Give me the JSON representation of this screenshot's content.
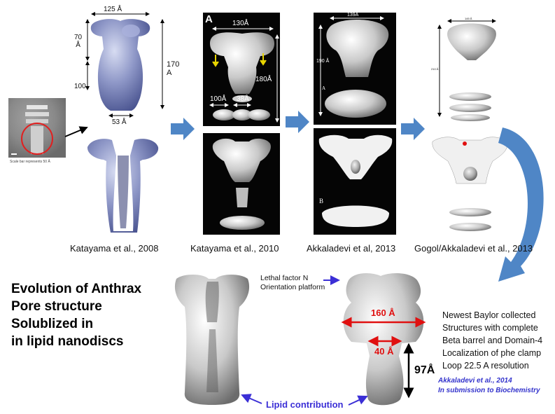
{
  "captions": [
    "Katayama et al., 2008",
    "Katayama et al., 2010",
    "Akkaladevi et al, 2013",
    "Gogol/Akkaladevi et al., 2013"
  ],
  "dims_2008": {
    "width_top": "125 Å",
    "d70": "70",
    "d70_unit": "Å",
    "d100": "100",
    "d170": "170",
    "d170_unit": "A",
    "d53": "53 Å"
  },
  "em_scale": "Scale bar represents 50 Å",
  "dims_2010": {
    "panel_letter": "A",
    "d130": "130Å",
    "d180": "180Å",
    "d100": "100Å",
    "d38": "38Å"
  },
  "dims_2013": {
    "d139": "139Å",
    "d190": "190 Å",
    "letterA": "A",
    "letterB": "B"
  },
  "dims_gogol": {
    "top": "145 Å",
    "side": "210 Å"
  },
  "title_lines": [
    "Evolution of Anthrax",
    "Pore structure",
    "Solublized in",
    "in lipid nanodiscs"
  ],
  "lethal_factor": [
    "Lethal factor N",
    "Orientation platform"
  ],
  "lipid_contribution": "Lipid contribution",
  "dims_final": {
    "d160": "160 Å",
    "d40": "40 Å",
    "d97": "97Å"
  },
  "notes": [
    "Newest Baylor collected",
    "Structures with complete",
    "Beta barrel and Domain-4",
    "Localization of phe clamp",
    "Loop  22.5 A resolution"
  ],
  "citation": [
    "Akkaladevi et al., 2014",
    "In submission to Biochemistry"
  ],
  "colors": {
    "arrow_blue": "#4f86c6",
    "red": "#e01010",
    "text_blue": "#3b2fd6"
  }
}
